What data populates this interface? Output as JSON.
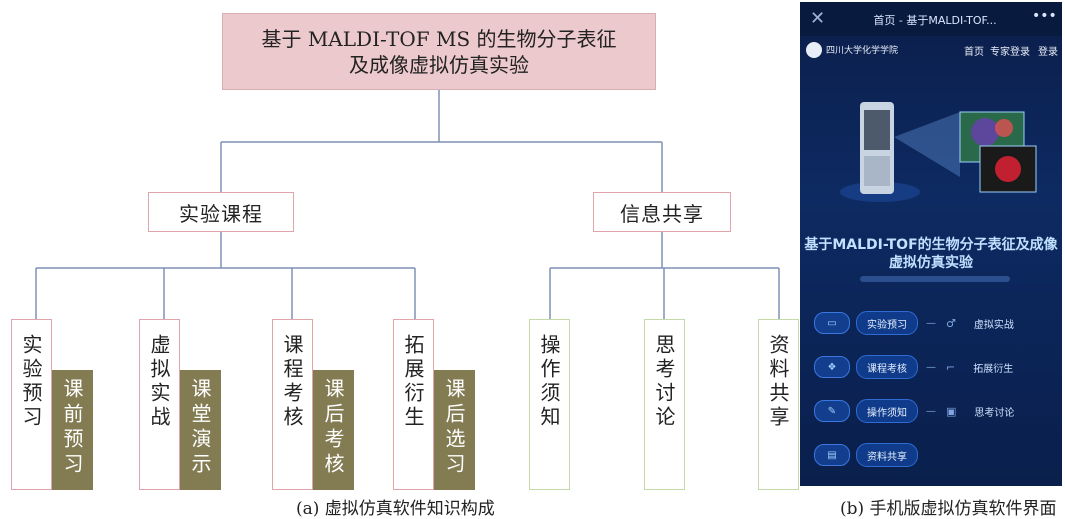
{
  "diagram": {
    "root_line1": "基于 MALDI-TOF MS 的生物分子表征",
    "root_line2": "及成像虚拟仿真实验",
    "branch_left": "实验课程",
    "branch_right": "信息共享",
    "leaves": [
      {
        "text": "实验预习",
        "tag": "课前预习"
      },
      {
        "text": "虚拟实战",
        "tag": "课堂演示"
      },
      {
        "text": "课程考核",
        "tag": "课后考核"
      },
      {
        "text": "拓展衍生",
        "tag": "课后选习"
      },
      {
        "text": "操作须知"
      },
      {
        "text": "思考讨论"
      },
      {
        "text": "资料共享"
      }
    ],
    "caption_a": "(a) 虚拟仿真软件知识构成",
    "caption_b": "(b) 手机版虚拟仿真软件界面",
    "colors": {
      "root_fill": "#ecc9cc",
      "pink_border": "#e0a4aa",
      "green_border": "#c6d9a8",
      "tag_fill": "#837b52",
      "line": "#7f90b8"
    }
  },
  "phone": {
    "close_icon": "close-icon",
    "tab_title": "首页 - 基于MALDI-TOF...",
    "more_icon": "more-icon",
    "school_logo_text": "四川大学化学学院",
    "nav_home": "首页",
    "nav_expert_login": "专家登录",
    "nav_login": "登录",
    "hero_title_line1": "基于MALDI-TOF的生物分子表征及成像",
    "hero_title_line2": "虚拟仿真实验",
    "menu": [
      {
        "label": "实验预习",
        "right": "虚拟实战"
      },
      {
        "label": "课程考核",
        "right": "拓展衍生"
      },
      {
        "label": "操作须知",
        "right": "思考讨论"
      },
      {
        "label": "资料共享",
        "right": ""
      }
    ]
  }
}
